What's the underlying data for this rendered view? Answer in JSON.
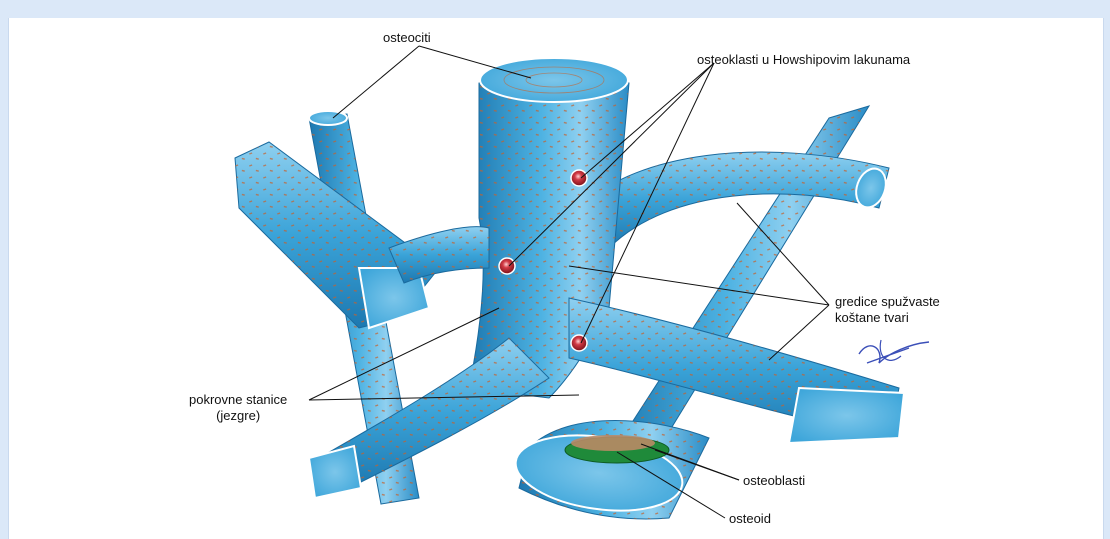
{
  "labels": {
    "osteocytes": "osteociti",
    "osteoclasts": "osteoklasti u Howshipovim lakunama",
    "trabeculae_line1": "gredice spužvaste",
    "trabeculae_line2": "koštane tvari",
    "lining_cells_line1": "pokrovne stanice",
    "lining_cells_line2": "(jezgre)",
    "osteoblasts": "osteoblasti",
    "osteoid": "osteoid"
  },
  "colors": {
    "frame": "#dbe8f8",
    "bone": "#3aa3d8",
    "bone_light": "#8fd0f0",
    "bone_dark": "#1d78b0",
    "dots": "#c8602a",
    "osteoclast": "#a51f2a",
    "osteoid": "#1f8a3a"
  }
}
